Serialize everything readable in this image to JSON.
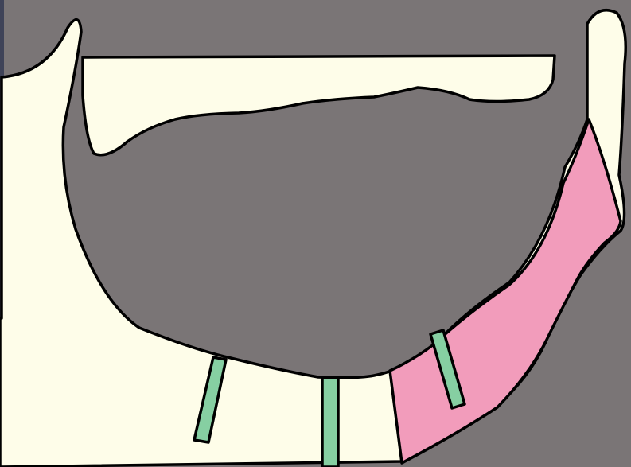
{
  "colors": {
    "background": "#7a7576",
    "left_edge_strip": "#3f4358",
    "bone": "#fefde9",
    "graft": "#f29cbb",
    "implant": "#86cfa2",
    "outline": "#000000"
  },
  "regions": [
    {
      "id": "maxilla",
      "label": ""
    },
    {
      "id": "mandible",
      "label": ""
    },
    {
      "id": "graft-region",
      "label": ""
    }
  ],
  "implants": [
    {
      "id": "implant-left",
      "label": ""
    },
    {
      "id": "implant-center",
      "label": ""
    },
    {
      "id": "implant-right",
      "label": ""
    }
  ]
}
